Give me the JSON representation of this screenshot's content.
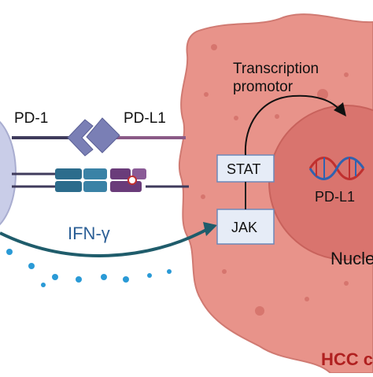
{
  "labels": {
    "transcription_line1": "Transcription",
    "transcription_line2": "promotor",
    "pd1": "PD-1",
    "pdl1_membrane": "PD-L1",
    "stat": "STAT",
    "jak": "JAK",
    "ifn": "IFN-γ",
    "pdl1_gene": "PD-L1",
    "nucleus": "Nucle",
    "hcc": "HCC c"
  },
  "colors": {
    "cell_fill": "#e8938a",
    "nucleus_fill": "#d9746e",
    "t_cell_fill": "#c9cde8",
    "receptor_dark": "#3f3b5c",
    "receptor_purple": "#8a5a86",
    "ifn_text": "#2c5f96",
    "arrow_teal": "#1f5c6b",
    "box_fill": "#e6ecf7",
    "box_stroke": "#6d88b8",
    "dna_red": "#c0302f",
    "dna_blue": "#2f62b0",
    "hcc_text": "#b02020",
    "tcr_teal": "#2c6c8c",
    "mhc_purple": "#6a3c7a"
  }
}
